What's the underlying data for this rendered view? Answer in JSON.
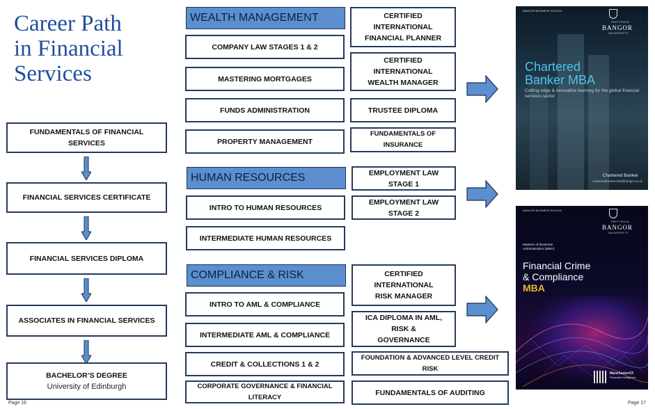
{
  "title": {
    "line1": "Career Path",
    "line2": "in Financial",
    "line3": "Services"
  },
  "left_path": [
    {
      "label": "FUNDAMENTALS OF FINANCIAL SERVICES"
    },
    {
      "label": "FINANCIAL SERVICES CERTIFICATE"
    },
    {
      "label": "FINANCIAL SERVICES DIPLOMA"
    },
    {
      "label": "ASSOCIATES IN FINANCIAL SERVICES"
    },
    {
      "label": "BACHELOR’S DEGREE",
      "sub": "University of Edinburgh"
    }
  ],
  "wealth": {
    "header": "WEALTH MANAGEMENT",
    "left": [
      "COMPANY LAW STAGES 1 & 2",
      "MASTERING MORTGAGES",
      "FUNDS ADMINISTRATION",
      "PROPERTY MANAGEMENT"
    ],
    "right": [
      {
        "line1": "CERTIFIED INTERNATIONAL",
        "line2": "FINANCIAL PLANNER"
      },
      {
        "line1": "CERTIFIED INTERNATIONAL",
        "line2": "WEALTH MANAGER"
      },
      {
        "line1": "TRUSTEE DIPLOMA"
      },
      {
        "line1": "FUNDAMENTALS OF INSURANCE"
      }
    ]
  },
  "hr": {
    "header": "HUMAN RESOURCES",
    "left": [
      "INTRO TO HUMAN RESOURCES",
      "INTERMEDIATE HUMAN RESOURCES"
    ],
    "right": [
      "EMPLOYMENT LAW STAGE 1",
      "EMPLOYMENT LAW STAGE 2"
    ]
  },
  "compliance": {
    "header": "COMPLIANCE & RISK",
    "left": [
      "INTRO TO AML & COMPLIANCE",
      "INTERMEDIATE AML & COMPLIANCE",
      "CREDIT & COLLECTIONS 1 & 2",
      "CORPORATE GOVERNANCE & FINANCIAL LITERACY"
    ],
    "right": [
      {
        "line1": "CERTIFIED INTERNATIONAL",
        "line2": "RISK MANAGER"
      },
      {
        "line1": "ICA DIPLOMA IN AML, RISK &",
        "line2": "GOVERNANCE"
      },
      {
        "line1": "FOUNDATION  & ADVANCED LEVEL CREDIT RISK"
      },
      {
        "line1": "FUNDAMENTALS OF AUDITING"
      }
    ]
  },
  "cover1": {
    "uni_small": "BANGOR BUSINESS SCHOOL",
    "uni_sub": "PRIFYSGOL",
    "uni_name": "BANGOR",
    "uni_tag": "UNIVERSITY",
    "title_line1": "Chartered",
    "title_line2": "Banker MBA",
    "desc": "Cutting edge & innovative learning for the global financial services sector",
    "brand": "Chartered Banker",
    "email": "charteredbankermba@bangor.ac.uk"
  },
  "cover2": {
    "uni_small": "BANGOR BUSINESS SCHOOL",
    "uni_sub": "PRIFYSGOL",
    "uni_name": "BANGOR",
    "uni_tag": "UNIVERSITY",
    "top_line1": "Masters of Business",
    "top_line2": "Administration (MBA)",
    "title_line1": "Financial Crime",
    "title_line2": "& Compliance",
    "mba": "MBA",
    "foot_brand": "ManchesterCF",
    "foot_tag": "Financial Intelligence"
  },
  "pages": {
    "left": "Page 16",
    "right": "Page 17"
  },
  "colors": {
    "title": "#1f4e9d",
    "header_fill": "#5b8fcf",
    "arrow_fill": "#5b8fcf",
    "border": "#243a5e"
  }
}
